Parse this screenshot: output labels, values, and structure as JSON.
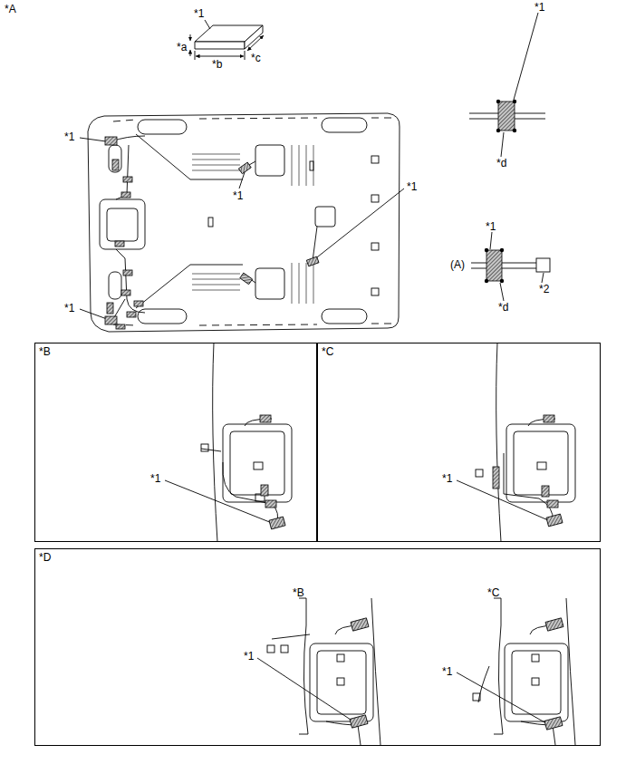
{
  "diagram": {
    "nodes": [
      {
        "text": [
          "*B"
        ]
      },
      {
        "text": [
          "*C"
        ]
      },
      {
        "text": [
          "*D"
        ]
      }
    ],
    "labels": [
      "*A",
      "*1",
      "*a",
      "*b",
      "*c",
      "*1",
      "*1",
      "*1",
      "*1",
      "*1",
      "*d",
      "*1",
      "(A)",
      "*2",
      "*d",
      "*1",
      "*1",
      "*B",
      "*C",
      "*1",
      "*1"
    ]
  }
}
